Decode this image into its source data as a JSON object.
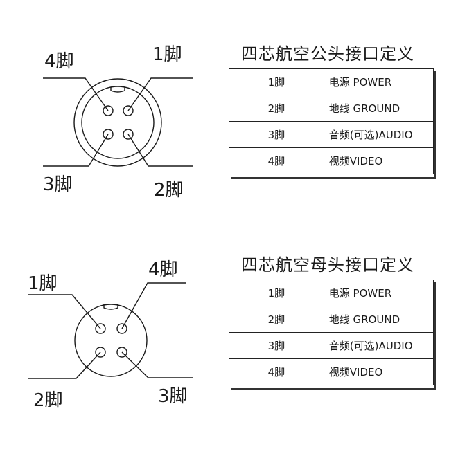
{
  "male": {
    "title": "四芯航空公头接口定义",
    "labels": {
      "p4": "4脚",
      "p1": "1脚",
      "p3": "3脚",
      "p2": "2脚"
    },
    "rows": [
      {
        "pin": "1脚",
        "func": "电源 POWER"
      },
      {
        "pin": "2脚",
        "func": "地线 GROUND"
      },
      {
        "pin": "3脚",
        "func": "音频(可选)AUDIO"
      },
      {
        "pin": "4脚",
        "func": "视频VIDEO"
      }
    ]
  },
  "female": {
    "title": "四芯航空母头接口定义",
    "labels": {
      "p1": "1脚",
      "p4": "4脚",
      "p2": "2脚",
      "p3": "3脚"
    },
    "rows": [
      {
        "pin": "1脚",
        "func": "电源 POWER"
      },
      {
        "pin": "2脚",
        "func": "地线 GROUND"
      },
      {
        "pin": "3脚",
        "func": "音频(可选)AUDIO"
      },
      {
        "pin": "4脚",
        "func": "视频VIDEO"
      }
    ]
  }
}
